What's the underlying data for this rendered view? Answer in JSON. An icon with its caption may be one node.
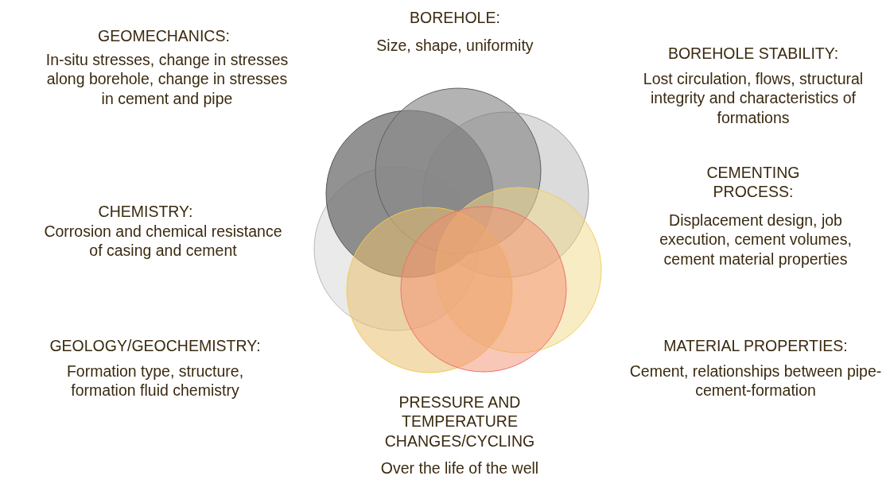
{
  "diagram": {
    "labels": [
      "GEOMECHANICS:",
      "In-situ stresses, change in stresses along borehole, change in stresses in cement and pipe",
      "BOREHOLE:",
      "Size, shape, uniformity",
      "BOREHOLE STABILITY:",
      "Lost circulation, flows, structural integrity and characteristics of formations",
      "CHEMISTRY:",
      "Corrosion and chemical resistance of casing and cement",
      "CEMENTING PROCESS:",
      "Displacement design, job execution, cement volumes, cement material properties",
      "GEOLOGY/GEOCHEMISTRY:",
      "Formation type, structure, formation fluid chemistry",
      "MATERIAL PROPERTIES:",
      "Cement, relationships between pipe-cement-formation",
      "PRESSURE AND TEMPERATURE CHANGES/CYCLING",
      "Over the life of the well"
    ]
  }
}
